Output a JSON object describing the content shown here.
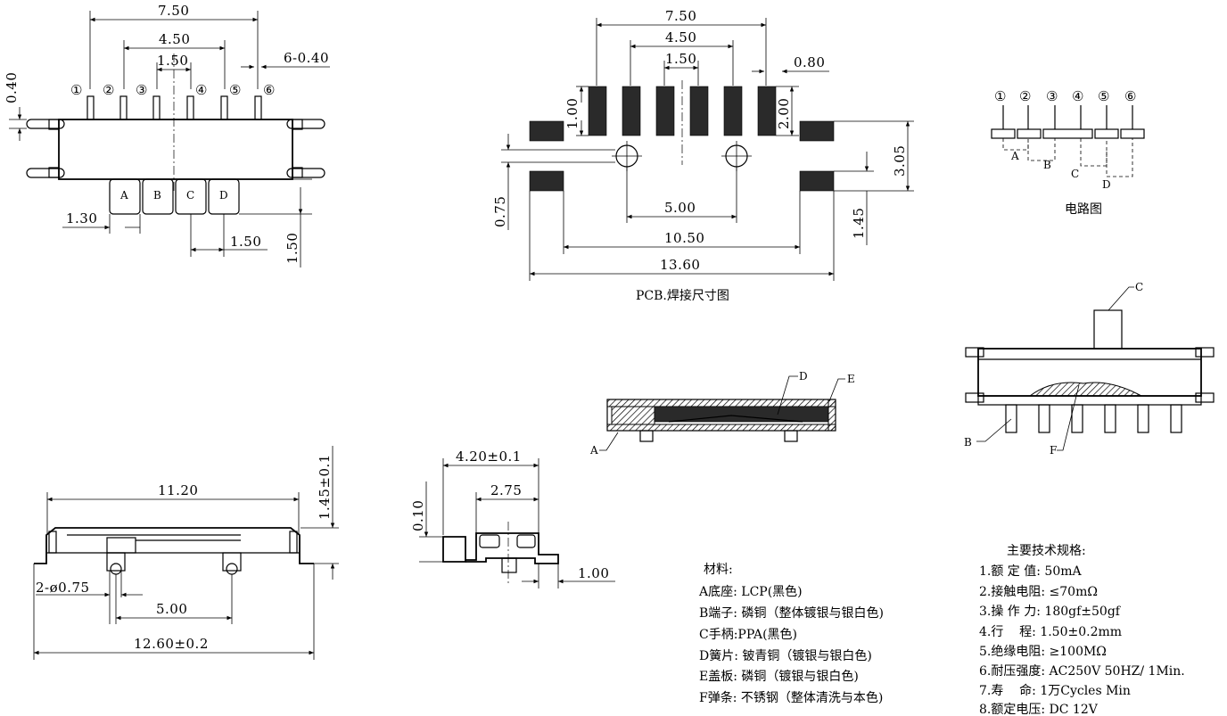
{
  "top_left_view": {
    "dim_overall": "7.50",
    "dim_mid": "4.50",
    "dim_inner": "1.50",
    "dim_pins": "6-0.40",
    "dim_height": "0.40",
    "dim_left": "1.30",
    "dim_right": "1.50",
    "dim_vertical": "1.50",
    "pin_numbers": [
      "①",
      "②",
      "③",
      "④",
      "⑤",
      "⑥"
    ],
    "knob_letters": [
      "A",
      "B",
      "C",
      "D"
    ]
  },
  "pcb_view": {
    "dim_overall": "7.50",
    "dim_mid": "4.50",
    "dim_inner": "1.50",
    "dim_pad_width": "0.80",
    "dim_pad_height": "1.00",
    "dim_pad_len": "2.00",
    "dim_side": "3.05",
    "dim_hole": "0.75",
    "dim_holes_span": "5.00",
    "dim_inner_span": "10.50",
    "dim_total_span": "13.60",
    "dim_right_height": "1.45",
    "caption": "PCB.焊接尺寸图"
  },
  "circuit_view": {
    "pin_numbers": [
      "①",
      "②",
      "③",
      "④",
      "⑤",
      "⑥"
    ],
    "letters": [
      "A",
      "B",
      "C",
      "D"
    ],
    "caption": "电路图"
  },
  "section_view": {
    "labels": [
      "D",
      "E",
      "A"
    ]
  },
  "side_view": {
    "labels": [
      "C",
      "B",
      "F"
    ]
  },
  "bottom_left_view": {
    "dim_length": "11.20",
    "dim_height": "1.45±0.1",
    "dim_holes": "2-ø0.75",
    "dim_hole_span": "5.00",
    "dim_total": "12.60±0.2"
  },
  "small_view": {
    "dim_width": "4.20±0.1",
    "dim_inner": "2.75",
    "dim_height": "0.10",
    "dim_foot": "1.00"
  },
  "materials": {
    "title": "材料:",
    "items": [
      "A底座: LCP(黑色)",
      "B端子: 磷铜（整体镀银与银白色)",
      "C手柄:PPA(黑色)",
      "D簧片: 铍青铜（镀银与银白色)",
      "E盖板: 磷铜（镀银与银白色)",
      "F弹条: 不锈钢（整体清洗与本色)"
    ]
  },
  "specs": {
    "title": "主要技术规格:",
    "items": [
      "1.额 定 值: 50mA",
      "2.接触电阻: ≤70mΩ",
      "3.操 作 力: 180gf±50gf",
      "4.行    程: 1.50±0.2mm",
      "5.绝缘电阻: ≥100MΩ",
      "6.耐压强度: AC250V 50HZ/ 1Min.",
      "7.寿    命: 1万Cycles Min",
      "8.额定电压: DC 12V"
    ]
  }
}
